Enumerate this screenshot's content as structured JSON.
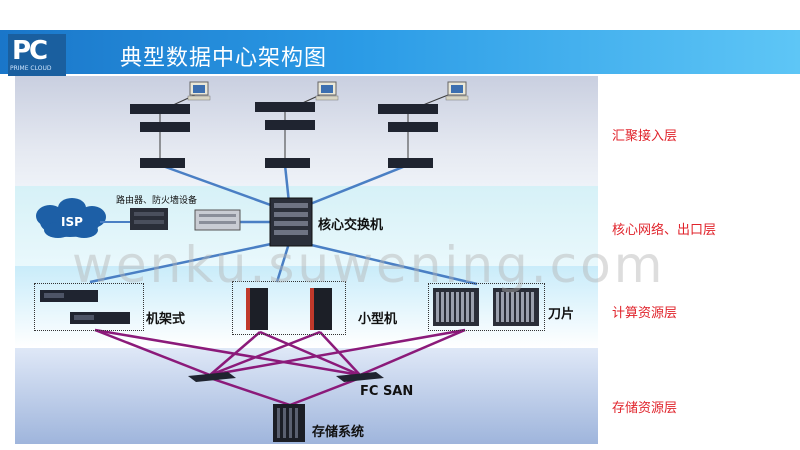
{
  "header": {
    "title": "典型数据中心架构图",
    "logo_mark": "PC",
    "logo_text": "PRIME CLOUD",
    "brand_color": "#1a76c9"
  },
  "layers": {
    "aggregation": "汇聚接入层",
    "core": "核心网络、出口层",
    "compute": "计算资源层",
    "storage": "存储资源层"
  },
  "nodes": {
    "isp": "ISP",
    "router_firewall": "路由器、防火墙设备",
    "core_switch": "核心交换机",
    "rack": "机架式",
    "minicomputer": "小型机",
    "blade": "刀片",
    "fc_san": "FC SAN",
    "storage_system": "存储系统"
  },
  "watermark": "wenku.suwening.com",
  "colors": {
    "layer_label": "#e0232b",
    "network_link": "#4a7fc4",
    "san_link": "#8b1a7a"
  }
}
